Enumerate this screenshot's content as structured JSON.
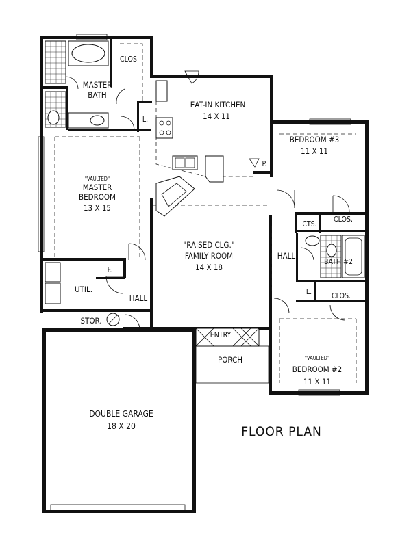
{
  "plan_title": "FLOOR PLAN",
  "rooms": {
    "closet_master": "CLOS.",
    "master_bath_1": "MASTER",
    "master_bath_2": "BATH",
    "linen_master": "L.",
    "kitchen_name": "EAT-IN KITCHEN",
    "kitchen_size": "14 X 11",
    "pantry": "P.",
    "bedroom3_name": "BEDROOM #3",
    "bedroom3_size": "11 X 11",
    "master_vaulted": "\"VAULTED\"",
    "master_bed_1": "MASTER",
    "master_bed_2": "BEDROOM",
    "master_bed_size": "13 X 15",
    "family_1": "\"RAISED CLG.\"",
    "family_2": "FAMILY ROOM",
    "family_size": "14 X 18",
    "cts": "CTS.",
    "closet_bed3": "CLOS.",
    "hall_right": "HALL",
    "bath2": "BATH #2",
    "furnace": "F.",
    "util": "UTIL.",
    "hall_left": "HALL",
    "linen_right": "L.",
    "closet_bed2": "CLOS.",
    "stor": "STOR.",
    "entry": "ENTRY",
    "porch": "PORCH",
    "bed2_vaulted": "\"VAULTED\"",
    "bed2_name": "BEDROOM #2",
    "bed2_size": "11 X 11",
    "garage_name": "DOUBLE GARAGE",
    "garage_size": "18 X 20"
  }
}
